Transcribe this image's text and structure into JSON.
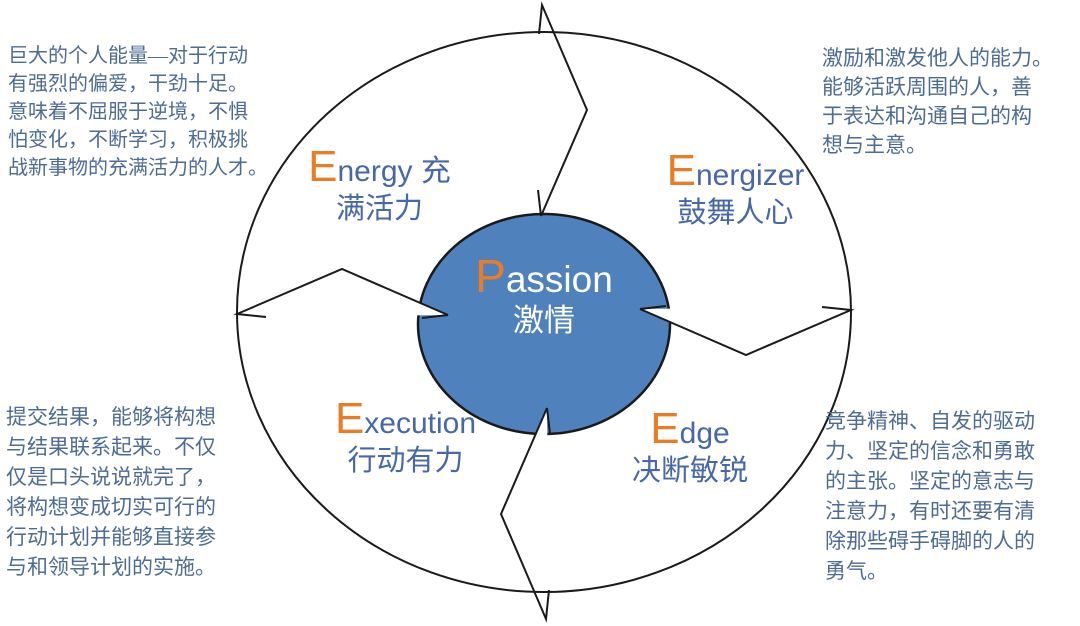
{
  "diagram_title": "GE 4E+1P leadership model cycle",
  "colors": {
    "accent": "#E97C26",
    "label_blue": "#4768A8",
    "paragraph_blue": "#4D6C94",
    "circle_fill": "#4F81BD",
    "outline": "#1A1A1A"
  },
  "center": {
    "initial": "P",
    "rest": "assion",
    "cn": "激情"
  },
  "quadrants": [
    {
      "id": "energy",
      "initial": "E",
      "rest": "nergy 充",
      "cn": "满活力"
    },
    {
      "id": "energizer",
      "initial": "E",
      "rest": "nergizer",
      "cn": "鼓舞人心"
    },
    {
      "id": "execution",
      "initial": "E",
      "rest": "xecution",
      "cn": "行动有力"
    },
    {
      "id": "edge",
      "initial": "E",
      "rest": "dge",
      "cn": "决断敏锐"
    }
  ],
  "paragraphs": {
    "energy": "巨大的个人能量—对于行动\n有强烈的偏爱，干劲十足。\n意味着不屈服于逆境，不惧\n怕变化，不断学习，积极挑\n战新事物的充满活力的人才。",
    "energizer": "激励和激发他人的能力。\n能够活跃周围的人，善\n于表达和沟通自己的构\n想与主意。",
    "execution": "提交结果，能够将构想\n与结果联系起来。不仅\n仅是口头说说就完了，\n将构想变成切实可行的\n行动计划并能够直接参\n与和领导计划的实施。",
    "edge": "竞争精神、自发的驱动\n力、坚定的信念和勇敢\n的主张。坚定的意志与\n注意力，有时还要有清\n除那些碍手碍脚的人的\n勇气。"
  }
}
